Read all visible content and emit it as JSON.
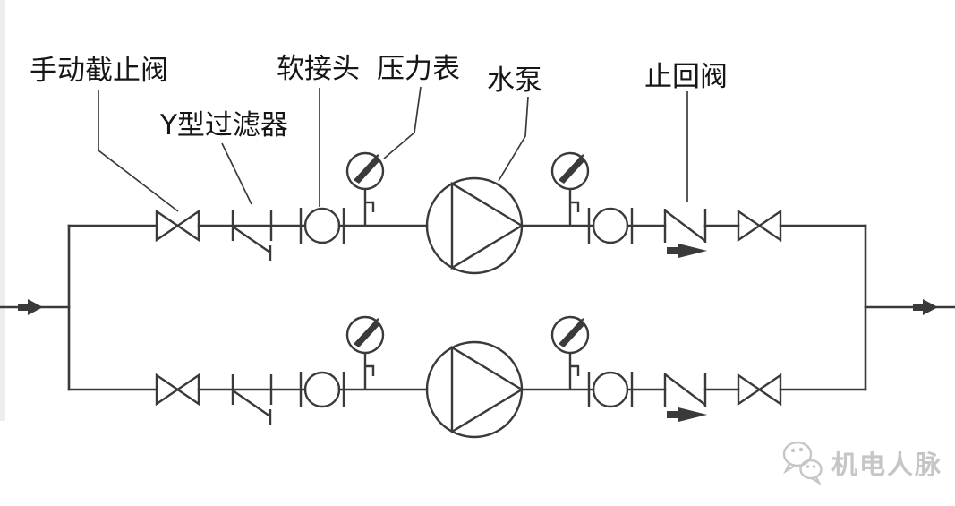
{
  "diagram": {
    "labels": {
      "manual_shutoff_valve": "手动截止阀",
      "y_type_strainer": "Y型过滤器",
      "flexible_joint": "软接头",
      "pressure_gauge": "压力表",
      "water_pump": "水泵",
      "check_valve": "止回阀"
    },
    "colors": {
      "line": "#3a3a3a",
      "label_text": "#161616",
      "watermark": "#c6c6c6",
      "background": "#ffffff"
    }
  },
  "watermark": {
    "brand_text": "机电人脉",
    "logo": "wechat-bubbles-icon"
  }
}
